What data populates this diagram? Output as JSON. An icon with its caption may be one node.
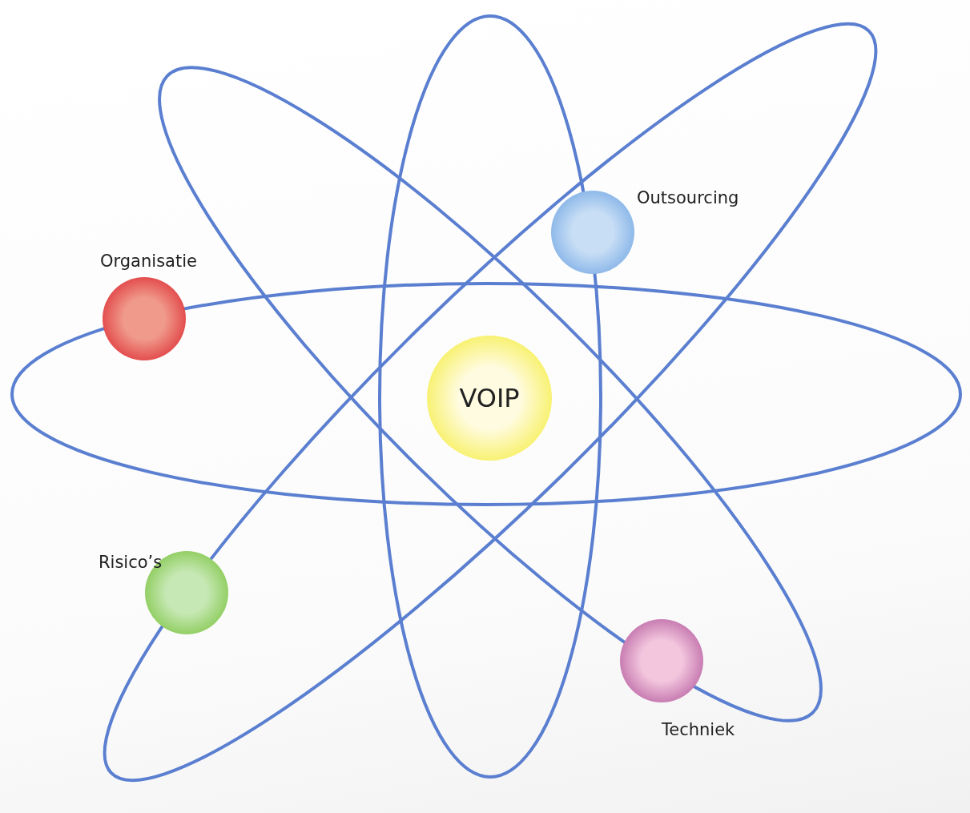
{
  "diagram": {
    "nodes": [
      {
        "text": [
          "Outsourcing"
        ]
      },
      {
        "text": [
          "Organisatie"
        ]
      },
      {
        "text": [
          "VOIP"
        ]
      },
      {
        "text": [
          "Risico’s"
        ]
      },
      {
        "text": [
          "Techniek"
        ]
      }
    ]
  }
}
